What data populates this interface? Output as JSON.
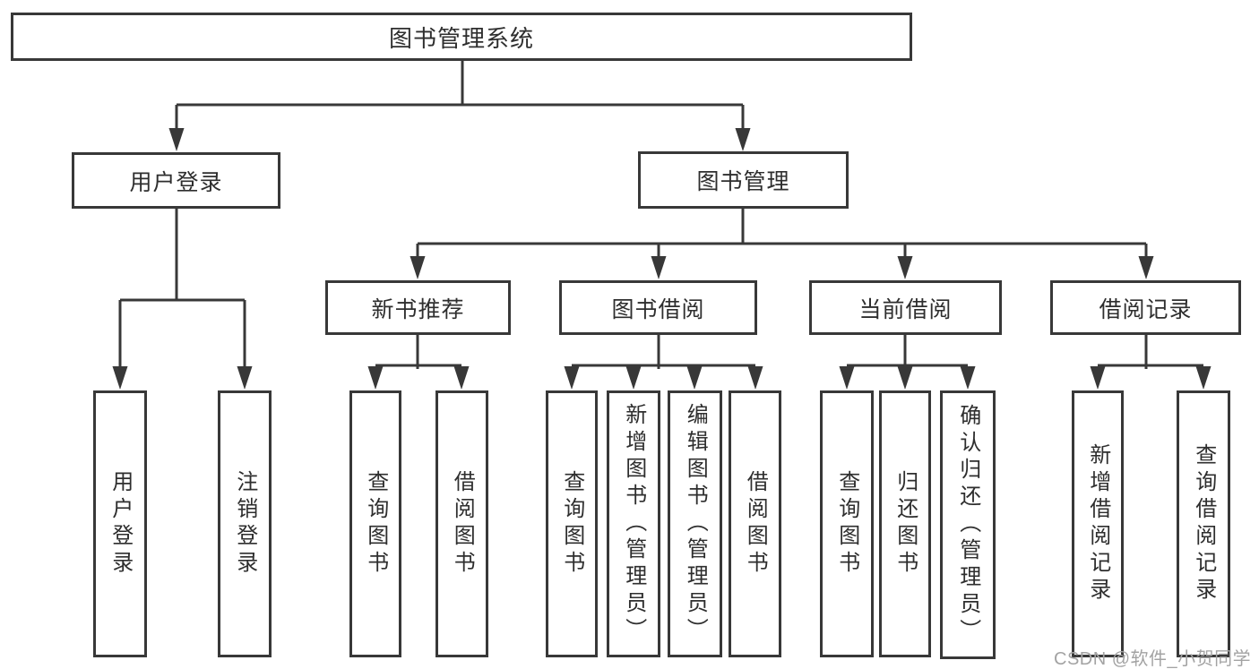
{
  "diagram": {
    "type": "hierarchy",
    "root": {
      "label": "图书管理系统"
    },
    "branches": [
      {
        "label": "用户登录",
        "children": [
          {
            "label": "用户登录"
          },
          {
            "label": "注销登录"
          }
        ]
      },
      {
        "label": "图书管理",
        "children": [
          {
            "label": "新书推荐",
            "children": [
              {
                "label": "查询图书"
              },
              {
                "label": "借阅图书"
              }
            ]
          },
          {
            "label": "图书借阅",
            "children": [
              {
                "label": "查询图书"
              },
              {
                "label": "新增图书（管理员）"
              },
              {
                "label": "编辑图书（管理员）"
              },
              {
                "label": "借阅图书"
              }
            ]
          },
          {
            "label": "当前借阅",
            "children": [
              {
                "label": "查询图书"
              },
              {
                "label": "归还图书"
              },
              {
                "label": "确认归还（管理员）"
              }
            ]
          },
          {
            "label": "借阅记录",
            "children": [
              {
                "label": "新增借阅记录"
              },
              {
                "label": "查询借阅记录"
              }
            ]
          }
        ]
      }
    ]
  },
  "watermark": "CSDN @软件_小贺同学",
  "colors": {
    "background": "#ffffff",
    "line": "#383838",
    "node_border": "#383838",
    "text": "#2e2e2e",
    "watermark": "#a3a3a3"
  }
}
